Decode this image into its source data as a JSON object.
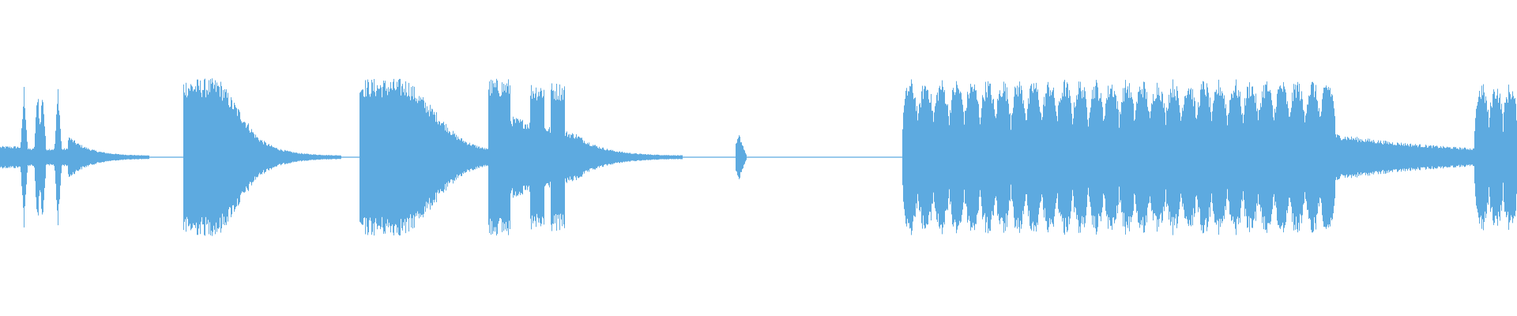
{
  "waveform": {
    "color": "#5DAAE0",
    "baseline_color": "#5DAAE0",
    "segments": [
      {
        "kind": "burst",
        "start": 0.0,
        "end": 0.045,
        "amplitude": 0.95,
        "pattern": "multi-spike"
      },
      {
        "kind": "burst",
        "start": 0.121,
        "end": 0.168,
        "amplitude": 1.0,
        "pattern": "decay"
      },
      {
        "kind": "burst",
        "start": 0.237,
        "end": 0.3,
        "amplitude": 1.0,
        "pattern": "decay"
      },
      {
        "kind": "burst",
        "start": 0.322,
        "end": 0.38,
        "amplitude": 1.0,
        "pattern": "multi-spike-decay"
      },
      {
        "kind": "tick",
        "start": 0.485,
        "end": 0.492,
        "amplitude": 0.3,
        "pattern": "tick"
      },
      {
        "kind": "burst",
        "start": 0.595,
        "end": 0.88,
        "amplitude": 1.0,
        "pattern": "periodic"
      },
      {
        "kind": "burst",
        "start": 0.972,
        "end": 1.0,
        "amplitude": 0.95,
        "pattern": "periodic"
      }
    ]
  }
}
